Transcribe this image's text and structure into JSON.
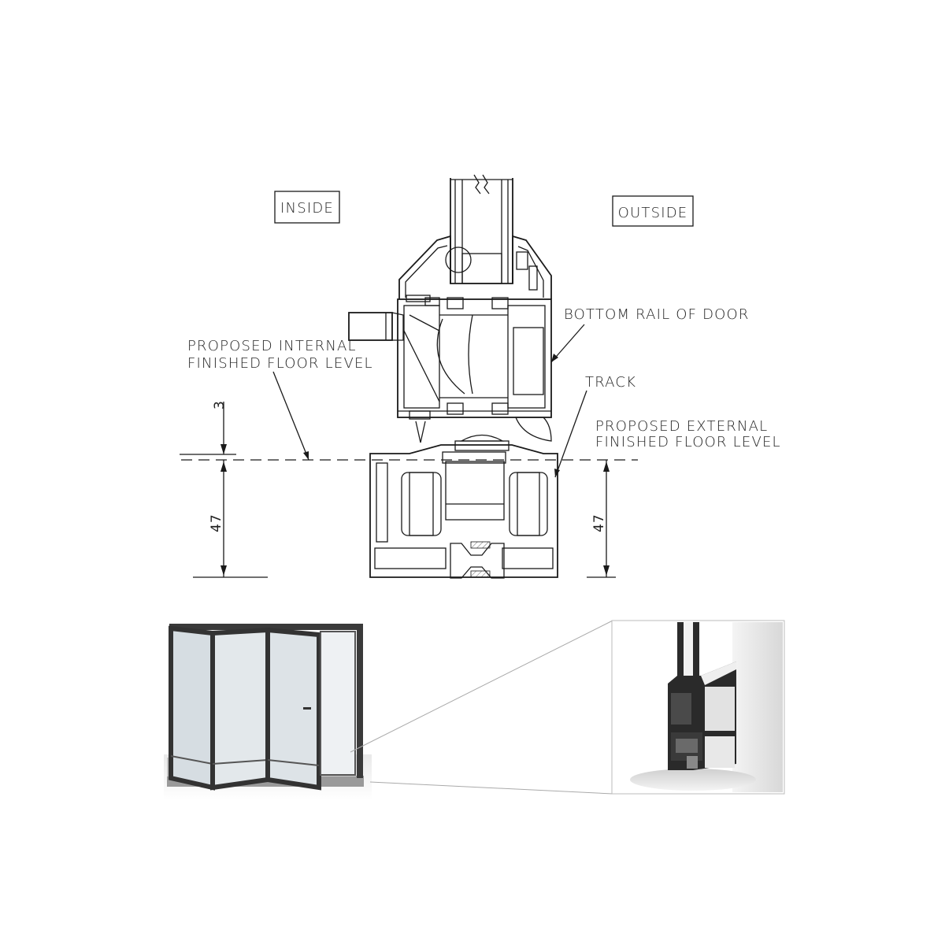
{
  "labels": {
    "inside": "INSIDE",
    "outside": "OUTSIDE",
    "bottom_rail": "BOTTOM RAIL OF DOOR",
    "internal_ffl_line1": "PROPOSED INTERNAL",
    "internal_ffl_line2": "FINISHED FLOOR LEVEL",
    "track": "TRACK",
    "external_ffl_line1": "PROPOSED EXTERNAL",
    "external_ffl_line2": "FINISHED FLOOR LEVEL"
  },
  "dimensions": {
    "gap": "3",
    "left_height": "47",
    "right_height": "47"
  },
  "colors": {
    "line": "#1a1a1a",
    "frame_dark": "#3a3a3a",
    "profile_light": "#e6e6e6"
  }
}
